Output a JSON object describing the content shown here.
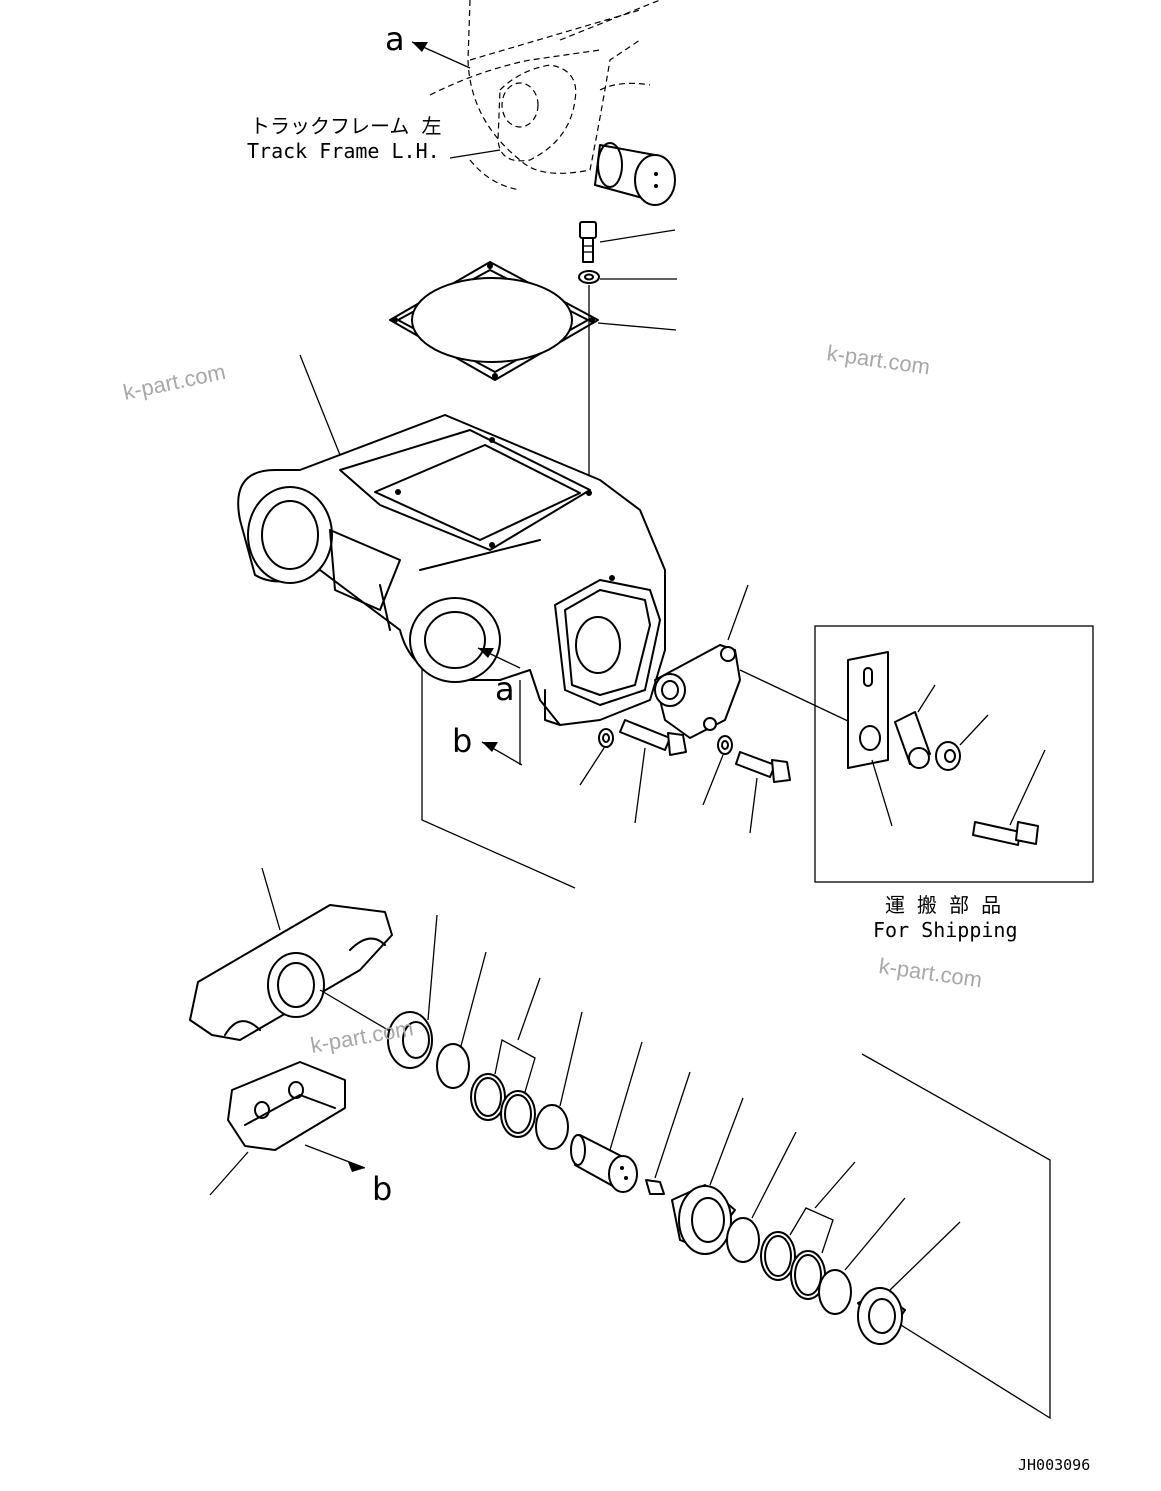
{
  "labels": {
    "track_frame_ja": "トラックフレーム 左",
    "track_frame_en": "Track Frame L.H.",
    "for_shipping_ja": "運 搬 部 品",
    "for_shipping_en": "For Shipping",
    "ref_a": "a",
    "ref_b": "b",
    "drawing_code": "JH003096"
  },
  "watermark": {
    "text": "k-part.com",
    "color": "#a8a8a8"
  }
}
